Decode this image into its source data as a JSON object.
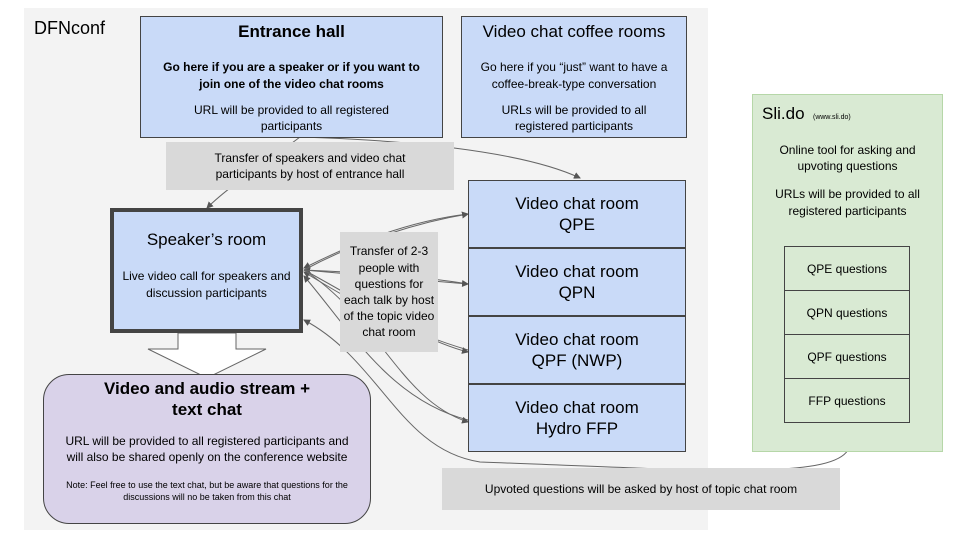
{
  "conference": {
    "title": "DFNconf"
  },
  "entrance_hall": {
    "title": "Entrance hall",
    "subtitle": "Go here if you are a speaker or if you want to join one of the video chat rooms",
    "note": "URL will be provided to all registered participants"
  },
  "coffee_rooms": {
    "title": "Video chat coffee rooms",
    "desc": "Go here if you “just” want to have a coffee-break-type conversation",
    "note": "URLs will be provided to all registered participants"
  },
  "transfer_speakers": {
    "text": "Transfer of speakers and video chat participants by host of entrance hall"
  },
  "speakers_room": {
    "title": "Speaker’s room",
    "desc": "Live video call for speakers and discussion participants"
  },
  "transfer_questions": {
    "text": "Transfer of 2-3 people with questions for each talk by host of the topic video chat room"
  },
  "video_rooms": [
    {
      "line1": "Video chat room",
      "line2": "QPE"
    },
    {
      "line1": "Video chat room",
      "line2": "QPN"
    },
    {
      "line1": "Video chat room",
      "line2": "QPF (NWP)"
    },
    {
      "line1": "Video chat room",
      "line2": "Hydro FFP"
    }
  ],
  "stream": {
    "title": "Video and audio stream + text chat",
    "desc": "URL will be provided to all registered participants and will also be shared openly on the conference website",
    "note": "Note: Feel free to use the text chat, but be aware that questions for the discussions will no be taken from this chat"
  },
  "slido": {
    "title": "Sli.do",
    "url": "(www.sli.do)",
    "desc": "Online tool for asking and upvoting questions",
    "note": "URLs will be provided to all registered participants",
    "questions": [
      "QPE questions",
      "QPN questions",
      "QPF questions",
      "FFP questions"
    ]
  },
  "upvoted": {
    "text": "Upvoted questions will be asked by host of topic chat room"
  },
  "colors": {
    "blue_box": "#c9daf8",
    "gray_label": "#d9d9d9",
    "green_panel": "#d9ead3",
    "purple_box": "#d9d2e9",
    "panel_bg": "#f3f3f3"
  }
}
